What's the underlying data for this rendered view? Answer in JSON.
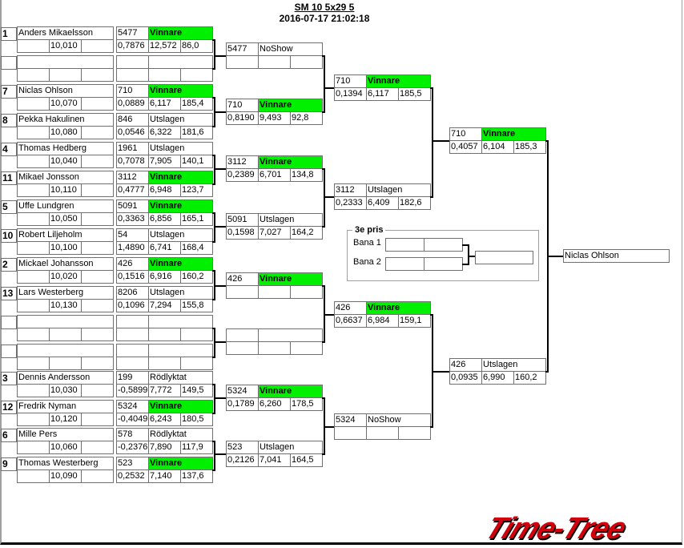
{
  "header": {
    "title": "SM 10  5x29  5",
    "datetime": "2016-07-17 21:02:18"
  },
  "round1": [
    {
      "seed": "1",
      "name": "Anders Mikaelsson",
      "dial": "10,010",
      "car": "5477",
      "status": "Vinnare",
      "rt": "0,7876",
      "et": "12,572",
      "speed": "86,0"
    },
    {
      "seed": "",
      "name": "",
      "dial": "",
      "car": "",
      "status": "",
      "rt": "",
      "et": "",
      "speed": ""
    },
    {
      "seed": "7",
      "name": "Niclas Ohlson",
      "dial": "10,070",
      "car": "710",
      "status": "Vinnare",
      "rt": "0,0889",
      "et": "6,117",
      "speed": "185,4"
    },
    {
      "seed": "8",
      "name": "Pekka Hakulinen",
      "dial": "10,080",
      "car": "846",
      "status": "Utslagen",
      "rt": "0,0546",
      "et": "6,322",
      "speed": "181,6"
    },
    {
      "seed": "4",
      "name": "Thomas Hedberg",
      "dial": "10,040",
      "car": "1961",
      "status": "Utslagen",
      "rt": "0,7078",
      "et": "7,905",
      "speed": "140,1"
    },
    {
      "seed": "11",
      "name": "Mikael Jonsson",
      "dial": "10,110",
      "car": "3112",
      "status": "Vinnare",
      "rt": "0,4777",
      "et": "6,948",
      "speed": "123,7"
    },
    {
      "seed": "5",
      "name": "Uffe Lundgren",
      "dial": "10,050",
      "car": "5091",
      "status": "Vinnare",
      "rt": "0,3363",
      "et": "6,856",
      "speed": "165,1"
    },
    {
      "seed": "10",
      "name": "Robert Liljeholm",
      "dial": "10,100",
      "car": "54",
      "status": "Utslagen",
      "rt": "1,4890",
      "et": "6,741",
      "speed": "168,4"
    },
    {
      "seed": "2",
      "name": "Mickael Johansson",
      "dial": "10,020",
      "car": "426",
      "status": "Vinnare",
      "rt": "0,1516",
      "et": "6,916",
      "speed": "160,2"
    },
    {
      "seed": "13",
      "name": "Lars Westerberg",
      "dial": "10,130",
      "car": "8206",
      "status": "Utslagen",
      "rt": "0,1096",
      "et": "7,294",
      "speed": "155,8"
    },
    {
      "seed": "",
      "name": "",
      "dial": "",
      "car": "",
      "status": "",
      "rt": "",
      "et": "",
      "speed": ""
    },
    {
      "seed": "",
      "name": "",
      "dial": "",
      "car": "",
      "status": "",
      "rt": "",
      "et": "",
      "speed": ""
    },
    {
      "seed": "3",
      "name": "Dennis Andersson",
      "dial": "10,030",
      "car": "199",
      "status": "Rödlyktat",
      "rt": "-0,5899",
      "et": "7,772",
      "speed": "149,5"
    },
    {
      "seed": "12",
      "name": "Fredrik Nyman",
      "dial": "10,120",
      "car": "5324",
      "status": "Vinnare",
      "rt": "-0,4049",
      "et": "6,243",
      "speed": "180,5"
    },
    {
      "seed": "6",
      "name": "Mille Pers",
      "dial": "10,060",
      "car": "578",
      "status": "Rödlyktat",
      "rt": "-0,2376",
      "et": "7,890",
      "speed": "117,9"
    },
    {
      "seed": "9",
      "name": "Thomas Westerberg",
      "dial": "10,090",
      "car": "523",
      "status": "Vinnare",
      "rt": "0,2532",
      "et": "7,140",
      "speed": "137,6"
    }
  ],
  "round2": [
    {
      "car": "5477",
      "status": "NoShow",
      "rt": "",
      "et": "",
      "speed": ""
    },
    {
      "car": "710",
      "status": "Vinnare",
      "rt": "0,8190",
      "et": "9,493",
      "speed": "92,8"
    },
    {
      "car": "3112",
      "status": "Vinnare",
      "rt": "0,2389",
      "et": "6,701",
      "speed": "134,8"
    },
    {
      "car": "5091",
      "status": "Utslagen",
      "rt": "0,1598",
      "et": "7,027",
      "speed": "164,2"
    },
    {
      "car": "426",
      "status": "Vinnare",
      "rt": "",
      "et": "",
      "speed": ""
    },
    {
      "car": "",
      "status": "",
      "rt": "",
      "et": "",
      "speed": ""
    },
    {
      "car": "5324",
      "status": "Vinnare",
      "rt": "0,1789",
      "et": "6,260",
      "speed": "178,5"
    },
    {
      "car": "523",
      "status": "Utslagen",
      "rt": "0,2126",
      "et": "7,041",
      "speed": "164,5"
    }
  ],
  "round3": [
    {
      "car": "710",
      "status": "Vinnare",
      "rt": "0,1394",
      "et": "6,117",
      "speed": "185,5"
    },
    {
      "car": "3112",
      "status": "Utslagen",
      "rt": "0,2333",
      "et": "6,409",
      "speed": "182,6"
    },
    {
      "car": "426",
      "status": "Vinnare",
      "rt": "0,6637",
      "et": "6,984",
      "speed": "159,1"
    },
    {
      "car": "5324",
      "status": "NoShow",
      "rt": "",
      "et": "",
      "speed": ""
    }
  ],
  "round4": [
    {
      "car": "710",
      "status": "Vinnare",
      "rt": "0,4057",
      "et": "6,104",
      "speed": "185,3"
    },
    {
      "car": "426",
      "status": "Utslagen",
      "rt": "0,0935",
      "et": "6,990",
      "speed": "160,2"
    }
  ],
  "final": {
    "winner": "Niclas Ohlson"
  },
  "third_place": {
    "title": "3e pris",
    "lane1_label": "Bana 1",
    "lane2_label": "Bana 2",
    "lane1": [
      "",
      ""
    ],
    "lane2": [
      "",
      ""
    ],
    "winner": ""
  },
  "logo": {
    "text": "Time-Tree"
  },
  "colors": {
    "winner": "#00f000",
    "logo": "#d0000c"
  }
}
